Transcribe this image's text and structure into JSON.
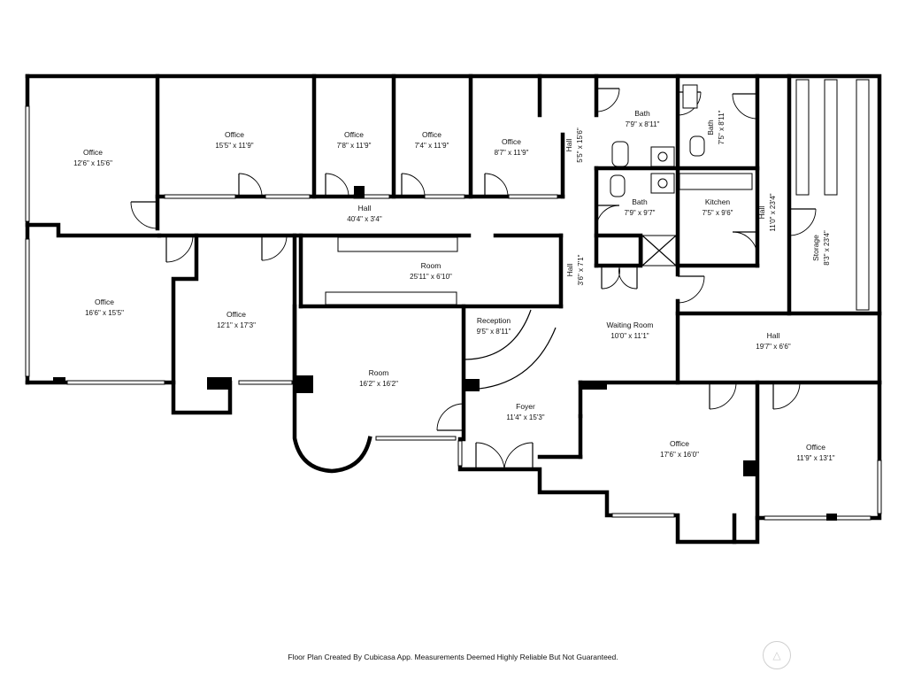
{
  "rooms": [
    {
      "id": "office-1",
      "name": "Office",
      "dim": "12'6\" x 15'6\""
    },
    {
      "id": "office-2",
      "name": "Office",
      "dim": "15'5\" x 11'9\""
    },
    {
      "id": "office-3",
      "name": "Office",
      "dim": "7'8\" x 11'9\""
    },
    {
      "id": "office-4",
      "name": "Office",
      "dim": "7'4\" x 11'9\""
    },
    {
      "id": "office-5",
      "name": "Office",
      "dim": "8'7\" x 11'9\""
    },
    {
      "id": "hall-1",
      "name": "Hall",
      "dim": "5'5\" x 15'6\""
    },
    {
      "id": "bath-1",
      "name": "Bath",
      "dim": "7'9\" x 8'11\""
    },
    {
      "id": "bath-2",
      "name": "Bath",
      "dim": "7'5\" x 8'11\""
    },
    {
      "id": "hall-main",
      "name": "Hall",
      "dim": "40'4\" x 3'4\""
    },
    {
      "id": "bath-3",
      "name": "Bath",
      "dim": "7'9\" x 9'7\""
    },
    {
      "id": "kitchen",
      "name": "Kitchen",
      "dim": "7'5\" x 9'6\""
    },
    {
      "id": "hall-2",
      "name": "Hall",
      "dim": "11'0\" x 23'4\""
    },
    {
      "id": "storage",
      "name": "Storage",
      "dim": "8'3\" x 23'4\""
    },
    {
      "id": "room-1",
      "name": "Room",
      "dim": "25'11\" x 6'10\""
    },
    {
      "id": "hall-3",
      "name": "Hall",
      "dim": "3'6\" x 7'1\""
    },
    {
      "id": "office-6",
      "name": "Office",
      "dim": "16'6\" x 15'5\""
    },
    {
      "id": "office-7",
      "name": "Office",
      "dim": "12'1\" x 17'3\""
    },
    {
      "id": "reception",
      "name": "Reception",
      "dim": "9'5\" x 8'11\""
    },
    {
      "id": "waiting-room",
      "name": "Waiting Room",
      "dim": "10'0\" x 11'1\""
    },
    {
      "id": "hall-4",
      "name": "Hall",
      "dim": "19'7\" x 6'6\""
    },
    {
      "id": "room-2",
      "name": "Room",
      "dim": "16'2\" x 16'2\""
    },
    {
      "id": "foyer",
      "name": "Foyer",
      "dim": "11'4\" x 15'3\""
    },
    {
      "id": "office-8",
      "name": "Office",
      "dim": "17'6\" x 16'0\""
    },
    {
      "id": "office-9",
      "name": "Office",
      "dim": "11'9\" x 13'1\""
    }
  ],
  "footer": "Floor Plan Created By Cubicasa App. Measurements Deemed Highly Reliable But Not Guaranteed.",
  "compass_icon": "north-arrow-icon"
}
